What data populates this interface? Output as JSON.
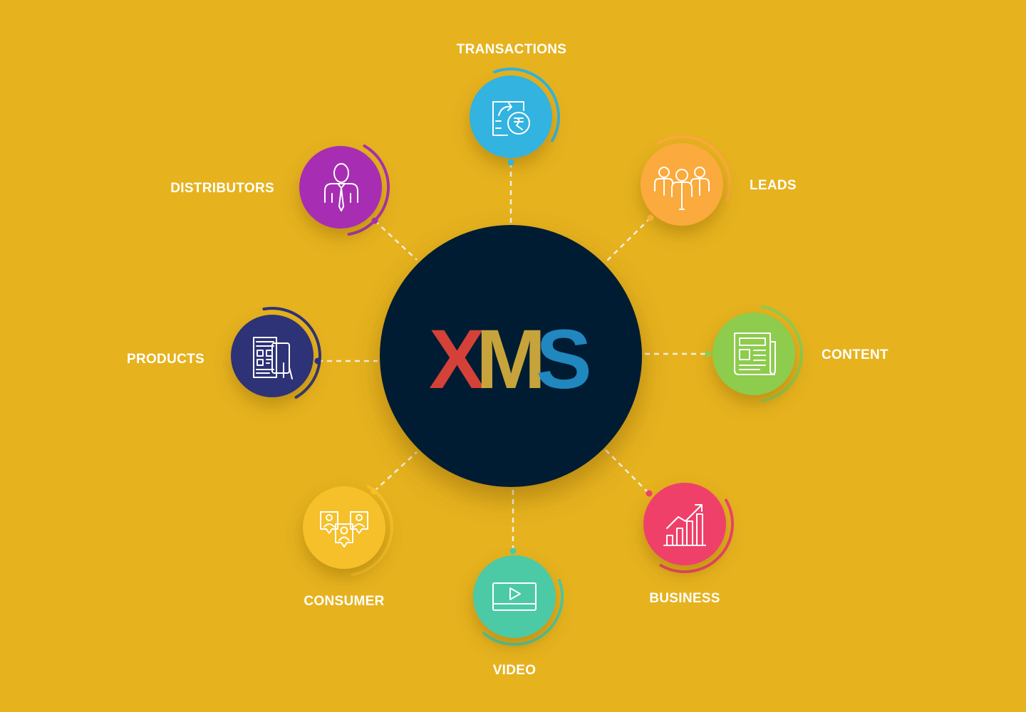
{
  "colors": {
    "background": "#e6b21e",
    "hub": "#011b32",
    "connector": "#f3efe2"
  },
  "hub": {
    "logo_letters": [
      {
        "char": "X",
        "color": "#e0443a"
      },
      {
        "char": "M",
        "color": "#dcb23c"
      },
      {
        "char": "S",
        "color": "#2391cc"
      }
    ]
  },
  "nodes": [
    {
      "key": "transactions",
      "label": "TRANSACTIONS",
      "icon": "money-transfer-icon",
      "color": "#31b3e0"
    },
    {
      "key": "leads",
      "label": "LEADS",
      "icon": "people-group-icon",
      "color": "#fbaa3c"
    },
    {
      "key": "content",
      "label": "CONTENT",
      "icon": "newspaper-icon",
      "color": "#8dcc4e"
    },
    {
      "key": "business",
      "label": "BUSINESS",
      "icon": "growth-chart-icon",
      "color": "#ef416a"
    },
    {
      "key": "video",
      "label": "VIDEO",
      "icon": "video-player-icon",
      "color": "#4bcaa5"
    },
    {
      "key": "consumer",
      "label": "CONSUMER",
      "icon": "user-reviews-icon",
      "color": "#f5c02a"
    },
    {
      "key": "products",
      "label": "PRODUCTS",
      "icon": "qr-document-icon",
      "color": "#2d3277"
    },
    {
      "key": "distributors",
      "label": "DISTRIBUTORS",
      "icon": "businessman-icon",
      "color": "#a72eb2"
    }
  ]
}
